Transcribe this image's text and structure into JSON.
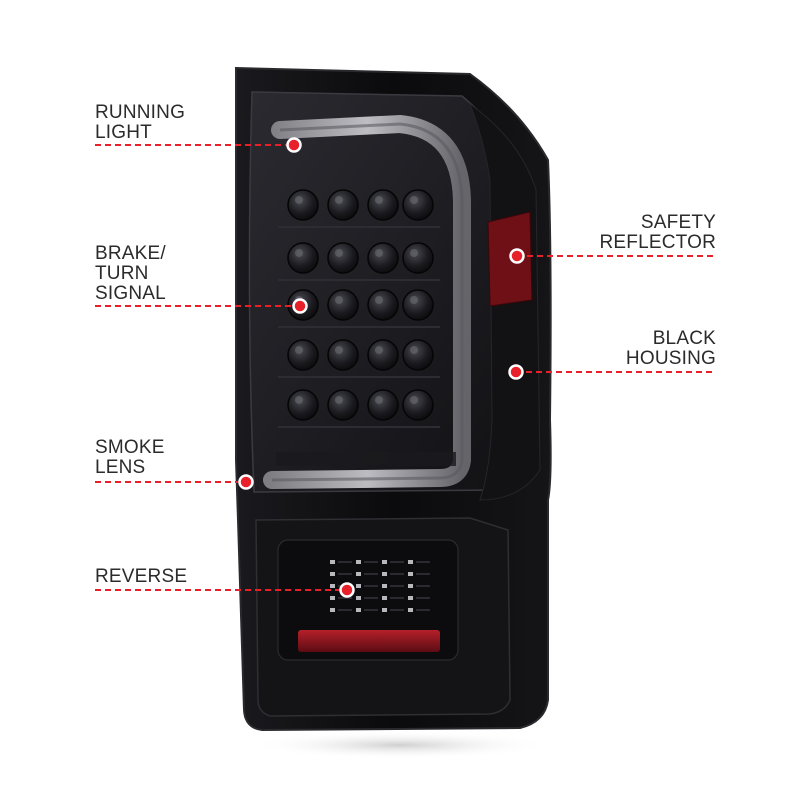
{
  "colors": {
    "accent_red": "#e8202a",
    "label_text": "#2b2b2b",
    "housing": "#0d0d0f",
    "lens_smoke": "#1c1c20",
    "reflector_red": "#7a1216"
  },
  "callouts": {
    "running_light": {
      "lines": [
        "RUNNING",
        "LIGHT"
      ]
    },
    "brake_turn_signal": {
      "lines": [
        "BRAKE/",
        "TURN",
        "SIGNAL"
      ]
    },
    "smoke_lens": {
      "lines": [
        "SMOKE",
        "LENS"
      ]
    },
    "reverse": {
      "lines": [
        "REVERSE"
      ]
    },
    "safety_reflector": {
      "lines": [
        "SAFETY",
        "REFLECTOR"
      ]
    },
    "black_housing": {
      "lines": [
        "BLACK",
        "HOUSING"
      ]
    }
  }
}
